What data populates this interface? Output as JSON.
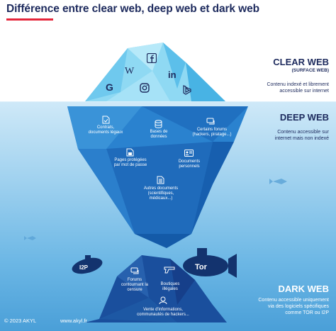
{
  "title": "Différence entre clear web, deep web et dark web",
  "colors": {
    "navy": "#1d2a5d",
    "accent": "#e5253a",
    "ice_light": "#7fd3f1",
    "ice_deep": "#1e6fc0",
    "ice_dark": "#123a86"
  },
  "clear_web": {
    "title": "CLEAR WEB",
    "subtitle": "(SURFACE WEB)",
    "description": [
      "Contenu indexé et librement",
      "accessible sur internet"
    ],
    "icons": [
      "facebook-icon",
      "wikipedia-icon",
      "linkedin-icon",
      "google-icon",
      "instagram-icon",
      "bing-icon"
    ]
  },
  "deep_web": {
    "title": "DEEP WEB",
    "description": [
      "Contenu accessible sur",
      "internet mais non indexé"
    ],
    "items": [
      {
        "icon": "contract-icon",
        "lines": [
          "Contrats,",
          "documents légaux"
        ]
      },
      {
        "icon": "database-icon",
        "lines": [
          "Bases de",
          "données"
        ]
      },
      {
        "icon": "forum-icon",
        "lines": [
          "Certains forums",
          "(hackers, piratage...)"
        ]
      },
      {
        "icon": "lock-page-icon",
        "lines": [
          "Pages protégées",
          "par mot de passe"
        ]
      },
      {
        "icon": "id-card-icon",
        "lines": [
          "Documents",
          "personnels"
        ]
      },
      {
        "icon": "documents-icon",
        "lines": [
          "Autres documents",
          "(scientifiques,",
          "médicaux...)"
        ]
      }
    ]
  },
  "dark_web": {
    "title": "DARK WEB",
    "description": [
      "Contenu accessible uniquement",
      "via des logiciels spécifiques",
      "comme TOR ou I2P"
    ],
    "items": [
      {
        "icon": "chat-icon",
        "lines": [
          "Forums",
          "contournant la",
          "censure"
        ]
      },
      {
        "icon": "weapon-icon",
        "lines": [
          "Boutiques",
          "illégales"
        ]
      },
      {
        "icon": "hacker-icon",
        "lines": [
          "Vente d'informations,",
          "communautés de hackers..."
        ]
      }
    ],
    "submarines": [
      "I2P",
      "Tor"
    ]
  },
  "footer": {
    "copyright": "© 2023 AKYL",
    "site": "www.akyl.fr"
  }
}
